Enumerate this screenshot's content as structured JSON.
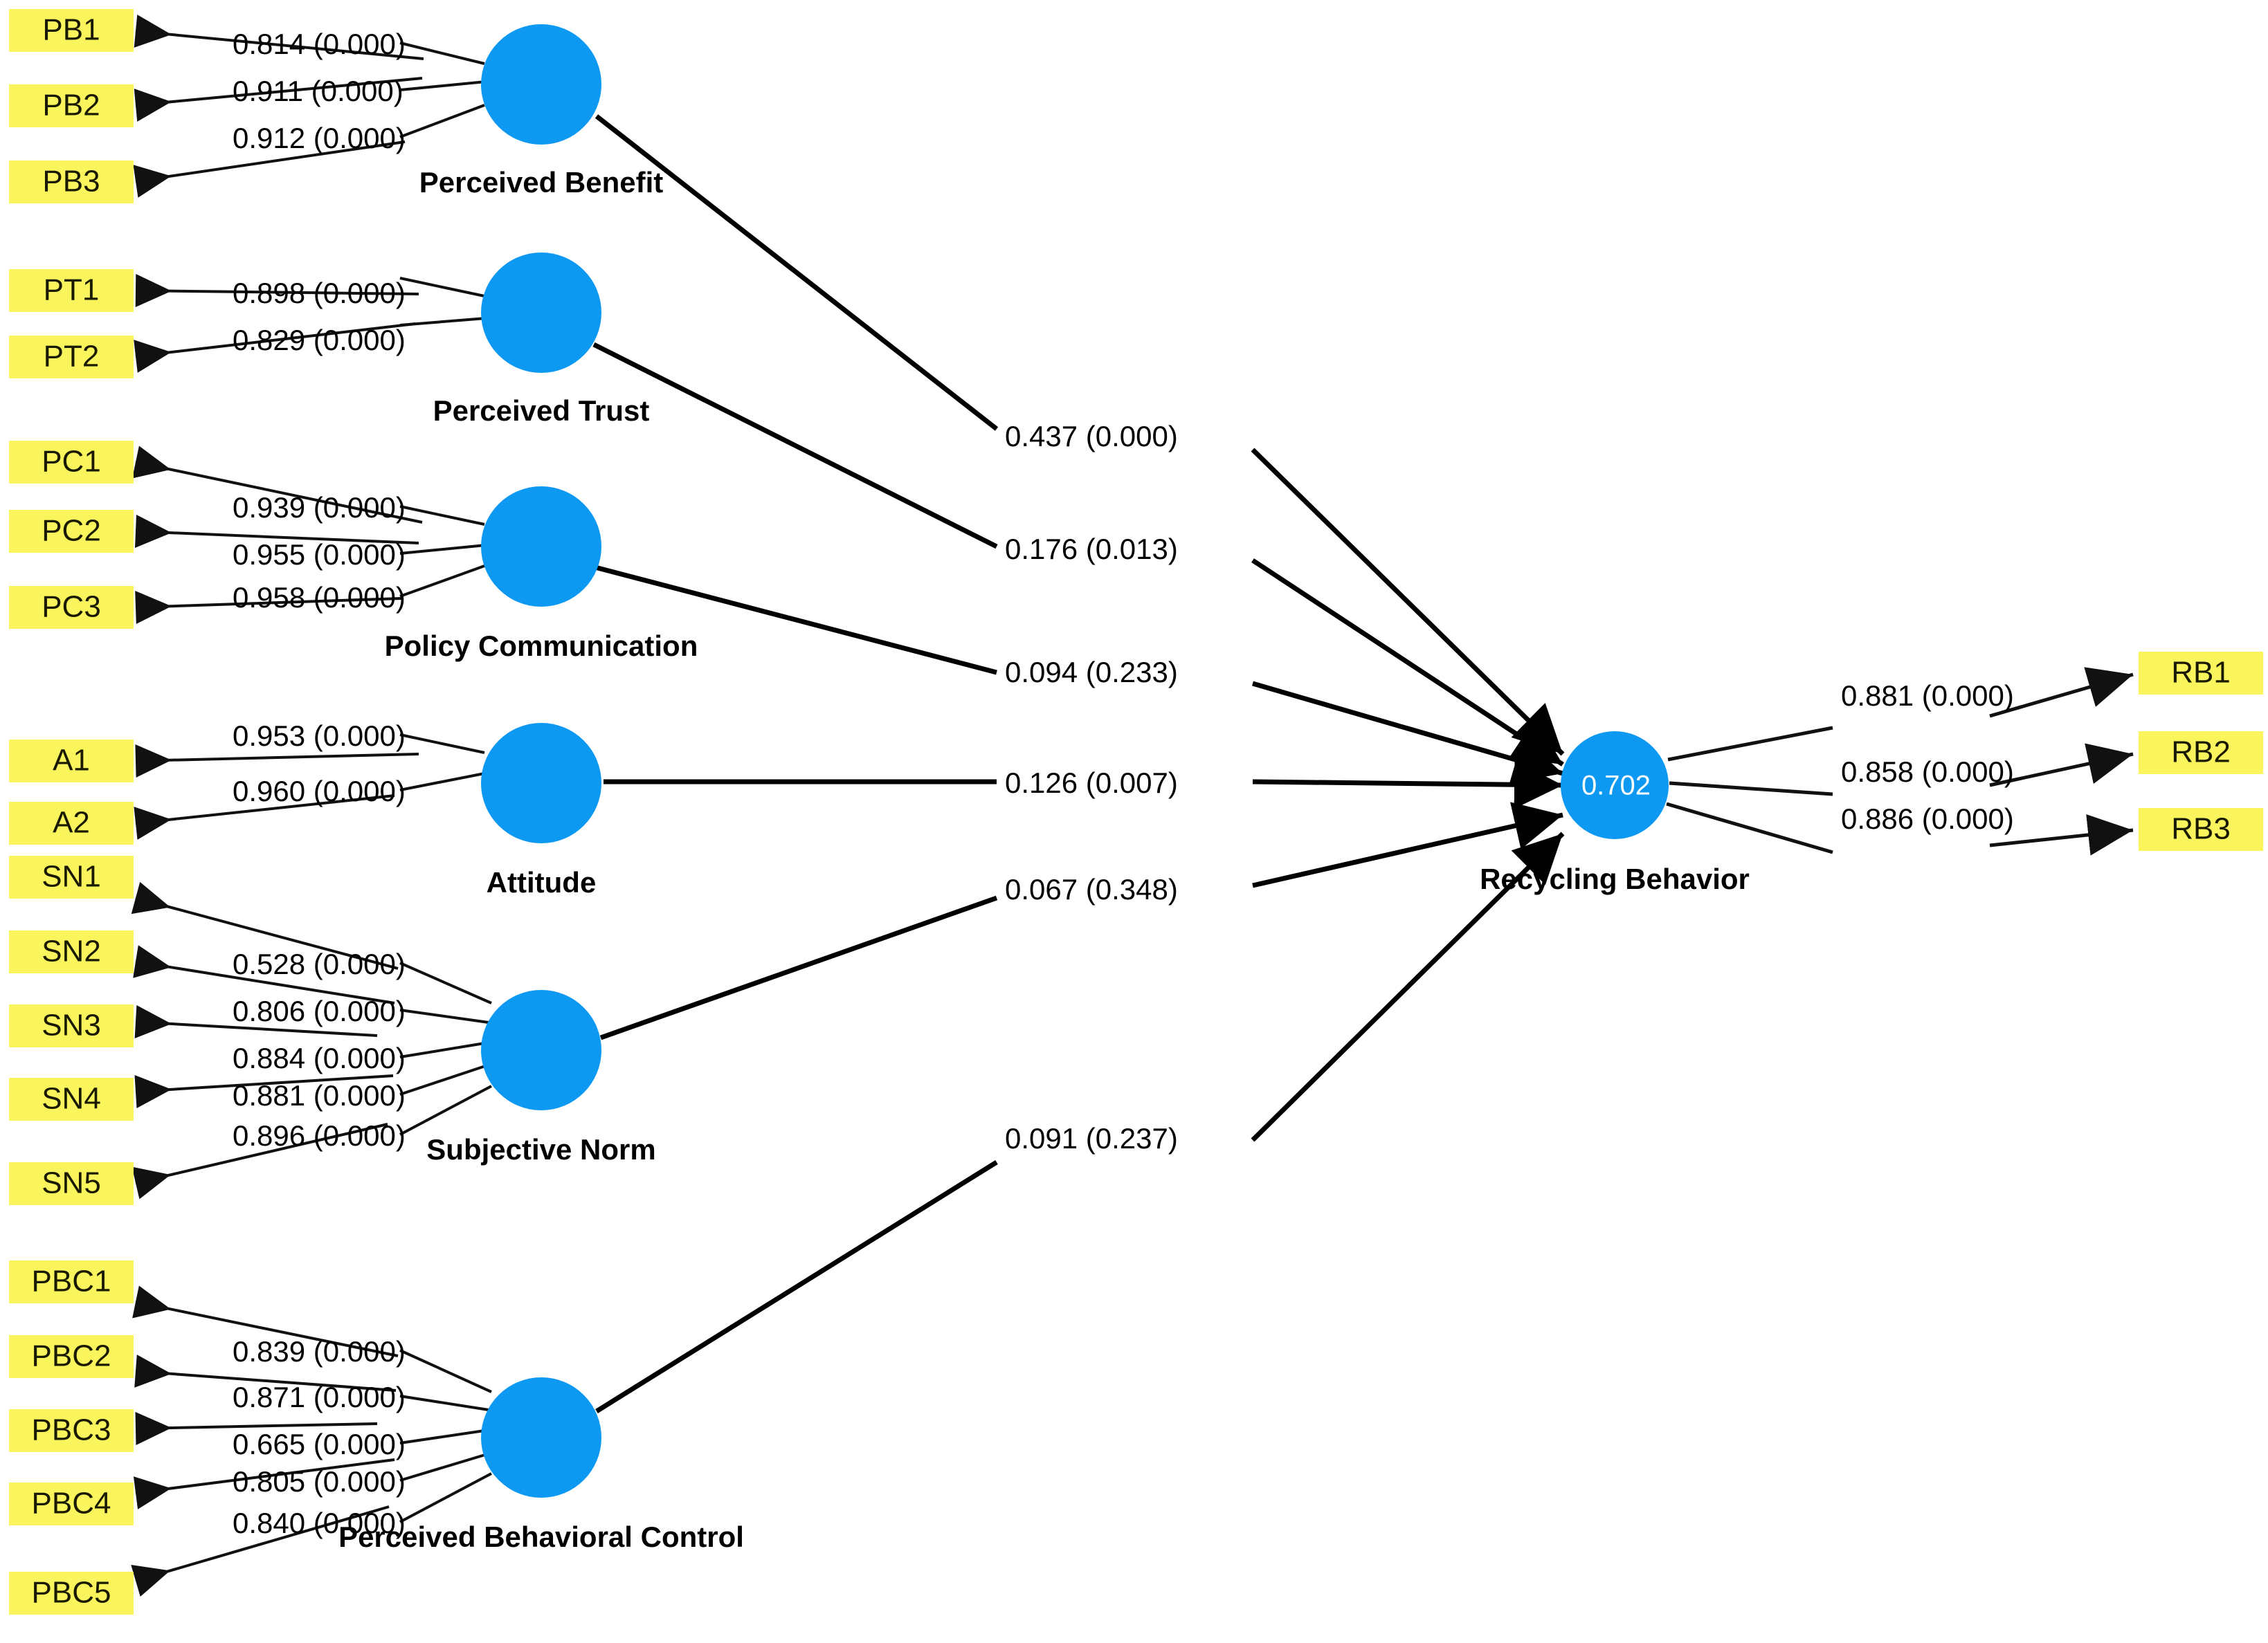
{
  "chart_data": {
    "type": "diagram",
    "title": "PLS-SEM path model for Recycling Behavior",
    "endogenous": {
      "name": "Recycling  Behavior",
      "r_square": "0.702"
    },
    "constructs": [
      {
        "id": "PB",
        "name": "Perceived Benefit",
        "indicators": [
          "PB1",
          "PB2",
          "PB3"
        ],
        "loadings": [
          "0.814 (0.000)",
          "0.911 (0.000)",
          "0.912 (0.000)"
        ],
        "path_to_rb": "0.437 (0.000)"
      },
      {
        "id": "PT",
        "name": "Perceived Trust",
        "indicators": [
          "PT1",
          "PT2"
        ],
        "loadings": [
          "0.898 (0.000)",
          "0.829 (0.000)"
        ],
        "path_to_rb": "0.176 (0.013)"
      },
      {
        "id": "PC",
        "name": "Policy Communication",
        "indicators": [
          "PC1",
          "PC2",
          "PC3"
        ],
        "loadings": [
          "0.939 (0.000)",
          "0.955 (0.000)",
          "0.958 (0.000)"
        ],
        "path_to_rb": "0.094 (0.233)"
      },
      {
        "id": "A",
        "name": "Attitude",
        "indicators": [
          "A1",
          "A2"
        ],
        "loadings": [
          "0.953 (0.000)",
          "0.960 (0.000)"
        ],
        "path_to_rb": "0.126 (0.007)"
      },
      {
        "id": "SN",
        "name": "Subjective Norm",
        "indicators": [
          "SN1",
          "SN2",
          "SN3",
          "SN4",
          "SN5"
        ],
        "loadings": [
          "0.528 (0.000)",
          "0.806 (0.000)",
          "0.884 (0.000)",
          "0.881 (0.000)",
          "0.896 (0.000)"
        ],
        "path_to_rb": "0.067 (0.348)"
      },
      {
        "id": "PBC",
        "name": "Perceived Behavioral Control",
        "indicators": [
          "PBC1",
          "PBC2",
          "PBC3",
          "PBC4",
          "PBC5"
        ],
        "loadings": [
          "0.839 (0.000)",
          "0.871 (0.000)",
          "0.665 (0.000)",
          "0.805 (0.000)",
          "0.840 (0.000)"
        ],
        "path_to_rb": "0.091 (0.237)"
      }
    ],
    "outcome_indicators": [
      "RB1",
      "RB2",
      "RB3"
    ],
    "outcome_loadings": [
      "0.881 (0.000)",
      "0.858 (0.000)",
      "0.886 (0.000)"
    ],
    "colors": {
      "indicator_fill": "#faf55c",
      "latent_fill": "#0d99f2",
      "line": "#111111",
      "r2_text": "#ffffff",
      "background": "#ffffff"
    }
  },
  "indicators": {
    "PB1": "PB1",
    "PB2": "PB2",
    "PB3": "PB3",
    "PT1": "PT1",
    "PT2": "PT2",
    "PC1": "PC1",
    "PC2": "PC2",
    "PC3": "PC3",
    "A1": "A1",
    "A2": "A2",
    "SN1": "SN1",
    "SN2": "SN2",
    "SN3": "SN3",
    "SN4": "SN4",
    "SN5": "SN5",
    "PBC1": "PBC1",
    "PBC2": "PBC2",
    "PBC3": "PBC3",
    "PBC4": "PBC4",
    "PBC5": "PBC5",
    "RB1": "RB1",
    "RB2": "RB2",
    "RB3": "RB3"
  },
  "loadings": {
    "pb1": "0.814 (0.000)",
    "pb2": "0.911 (0.000)",
    "pb3": "0.912 (0.000)",
    "pt1": "0.898 (0.000)",
    "pt2": "0.829 (0.000)",
    "pc1": "0.939 (0.000)",
    "pc2": "0.955 (0.000)",
    "pc3": "0.958 (0.000)",
    "a1": "0.953 (0.000)",
    "a2": "0.960 (0.000)",
    "sn1": "0.528 (0.000)",
    "sn2": "0.806 (0.000)",
    "sn3": "0.884 (0.000)",
    "sn4": "0.881 (0.000)",
    "sn5": "0.896 (0.000)",
    "pbc1": "0.839 (0.000)",
    "pbc2": "0.871 (0.000)",
    "pbc3": "0.665 (0.000)",
    "pbc4": "0.805 (0.000)",
    "pbc5": "0.840 (0.000)",
    "rb1": "0.881 (0.000)",
    "rb2": "0.858 (0.000)",
    "rb3": "0.886 (0.000)"
  },
  "paths": {
    "pb_rb": "0.437 (0.000)",
    "pt_rb": "0.176 (0.013)",
    "pc_rb": "0.094 (0.233)",
    "a_rb": "0.126 (0.007)",
    "sn_rb": "0.067 (0.348)",
    "pbc_rb": "0.091 (0.237)"
  },
  "latents": {
    "pb": "Perceived Benefit",
    "pt": "Perceived Trust",
    "pc": "Policy Communication",
    "a": "Attitude",
    "sn": "Subjective Norm",
    "pbc": "Perceived Behavioral Control",
    "rb": "Recycling  Behavior",
    "rb_r2": "0.702"
  }
}
